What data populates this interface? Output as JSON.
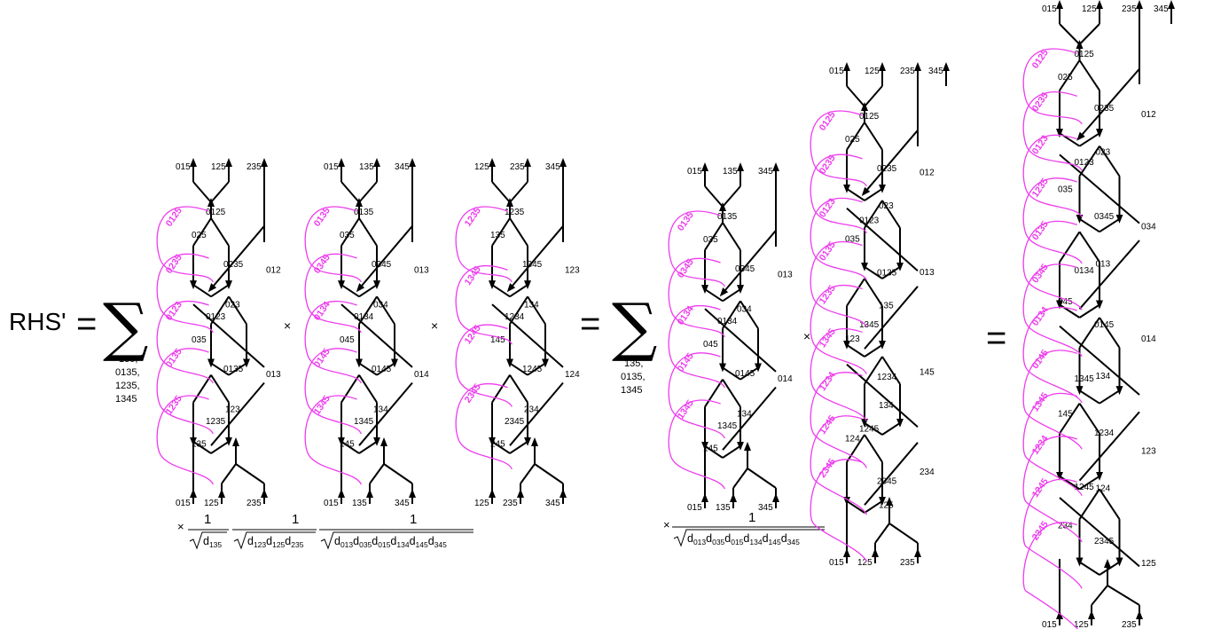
{
  "lhs_label": "RHS'",
  "equals": "=",
  "times": "×",
  "sum_symbol": "∑",
  "sum1_indices": [
    "135,",
    "0135,",
    "1235,",
    "1345"
  ],
  "sum2_indices": [
    "135,",
    "0135,",
    "1345"
  ],
  "factor1": {
    "numerator": "1",
    "denominators": [
      {
        "d": "d",
        "subs": [
          "135"
        ]
      },
      {
        "d": "d",
        "subs": [
          "123",
          "125",
          "235"
        ]
      },
      {
        "d": "d",
        "subs": [
          "013",
          "035",
          "015",
          "134",
          "145",
          "345"
        ]
      }
    ]
  },
  "factor2": {
    "numerator": "1",
    "denominator": {
      "d": "d",
      "subs": [
        "013",
        "035",
        "015",
        "134",
        "145",
        "345"
      ]
    }
  },
  "diagrams": [
    {
      "top": [
        "015",
        "125",
        "235"
      ],
      "bottom": [
        "015",
        "125",
        "235"
      ],
      "nodes": [
        "0125",
        "0235",
        "0123",
        "0135",
        "1235"
      ],
      "edges": [
        "025",
        "012",
        "023",
        "035",
        "013",
        "123",
        "135"
      ],
      "pink": [
        "0125",
        "0235",
        "0123",
        "0135",
        "1235"
      ]
    },
    {
      "top": [
        "015",
        "135",
        "345"
      ],
      "bottom": [
        "015",
        "135",
        "345"
      ],
      "nodes": [
        "0135",
        "0345",
        "0134",
        "0145",
        "1345"
      ],
      "edges": [
        "035",
        "013",
        "034",
        "045",
        "014",
        "134",
        "145"
      ],
      "pink": [
        "0135",
        "0345",
        "0134",
        "0145",
        "1345"
      ]
    },
    {
      "top": [
        "125",
        "235",
        "345"
      ],
      "bottom": [
        "125",
        "235",
        "345"
      ],
      "nodes": [
        "1235",
        "1345",
        "1234",
        "1245",
        "2345"
      ],
      "edges": [
        "135",
        "123",
        "134",
        "145",
        "124",
        "234",
        "245"
      ],
      "pink": [
        "1235",
        "1345",
        "1245",
        "2345"
      ]
    },
    {
      "top": [
        "015",
        "135",
        "345"
      ],
      "bottom": [
        "015",
        "135",
        "345"
      ],
      "nodes": [
        "0135",
        "0345",
        "0134",
        "0145",
        "1345"
      ],
      "edges": [
        "035",
        "013",
        "034",
        "045",
        "014",
        "134",
        "145"
      ],
      "pink": [
        "0135",
        "0345",
        "0134",
        "0145",
        "1345"
      ]
    },
    {
      "top": [
        "015",
        "125",
        "235",
        "345"
      ],
      "bottom": [
        "015",
        "125",
        "235",
        "345"
      ],
      "nodes": [
        "0125",
        "0235",
        "0123",
        "0135",
        "1345",
        "1234",
        "1245",
        "2345"
      ],
      "edges": [
        "025",
        "012",
        "023",
        "035",
        "013",
        "135",
        "123",
        "145",
        "134",
        "124",
        "234",
        "125"
      ],
      "pink": [
        "0125",
        "0235",
        "0123",
        "0135",
        "1235",
        "1345",
        "1234",
        "1245",
        "2345"
      ]
    },
    {
      "top": [
        "015",
        "125",
        "235",
        "345"
      ],
      "bottom": [
        "015",
        "125",
        "235",
        "345"
      ],
      "nodes": [
        "0125",
        "0235",
        "0123",
        "0345",
        "0134",
        "0145",
        "1345",
        "1234",
        "1245",
        "2345"
      ],
      "edges": [
        "025",
        "012",
        "023",
        "035",
        "034",
        "013",
        "045",
        "014",
        "134",
        "145",
        "123",
        "124",
        "234",
        "125"
      ],
      "pink": [
        "0125",
        "0235",
        "0123",
        "1235",
        "0135",
        "0345",
        "0134",
        "0145",
        "1345",
        "1234",
        "1245",
        "2345"
      ]
    }
  ]
}
